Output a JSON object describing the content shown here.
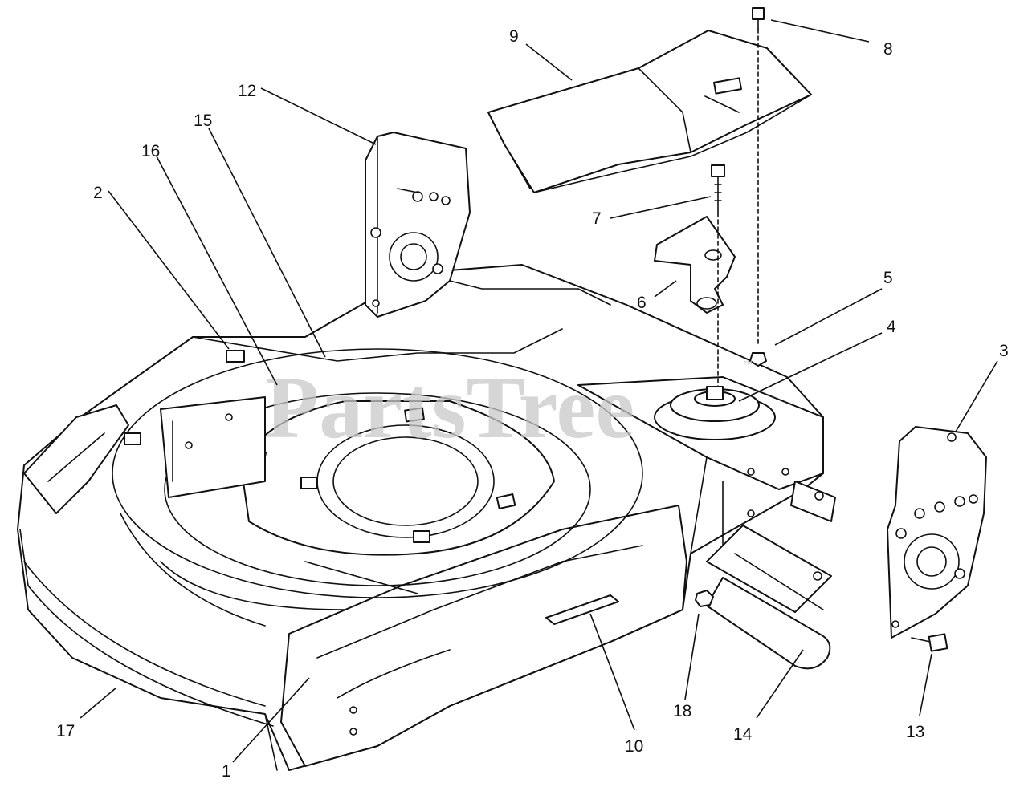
{
  "watermark": {
    "text": "PartsTree",
    "trademark": "™",
    "color": "#c9c9c9"
  },
  "callouts": [
    "1",
    "2",
    "3",
    "4",
    "5",
    "6",
    "7",
    "8",
    "9",
    "10",
    "12",
    "13",
    "14",
    "15",
    "16",
    "17",
    "18"
  ],
  "colors": {
    "line": "#111111",
    "background": "#ffffff"
  }
}
